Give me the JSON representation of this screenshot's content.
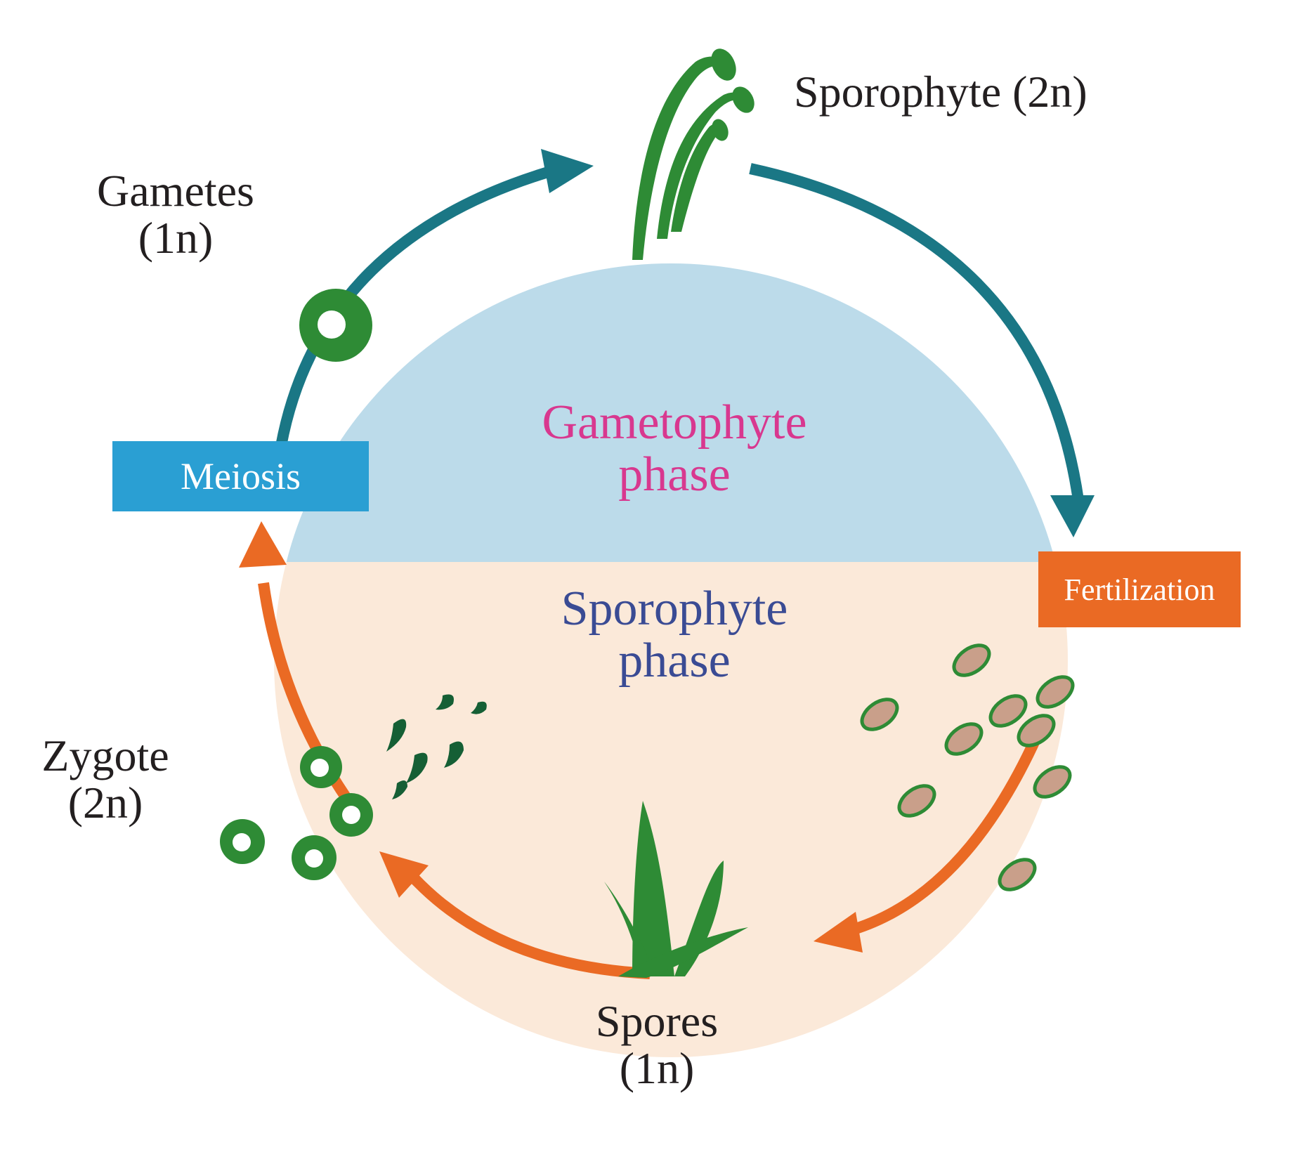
{
  "labels": {
    "sporophyte_top": "Sporophyte (2n)",
    "gametes_line1": "Gametes",
    "gametes_line2": "(1n)",
    "zygote_line1": "Zygote",
    "zygote_line2": "(2n)",
    "spores_line1": "Spores",
    "spores_line2": "(1n)",
    "gametophyte_phase_line1": "Gametophyte",
    "gametophyte_phase_line2": "phase",
    "sporophyte_phase_line1": "Sporophyte",
    "sporophyte_phase_line2": "phase",
    "meiosis": "Meiosis",
    "fertilization": "Fertilization"
  },
  "colors": {
    "gametophyte_fill": "#bcdbea",
    "sporophyte_fill": "#fbe9d9",
    "gametophyte_arrow": "#1a7785",
    "sporophyte_arrow": "#ea6a24",
    "plant_green": "#2e8b35",
    "spore_fill": "#c99f8a",
    "gametophyte_text": "#d8388f",
    "sporophyte_text": "#3a4b94",
    "meiosis_box": "#2a9fd3",
    "fertilization_box": "#ea6a24",
    "label_text": "#231f20"
  }
}
